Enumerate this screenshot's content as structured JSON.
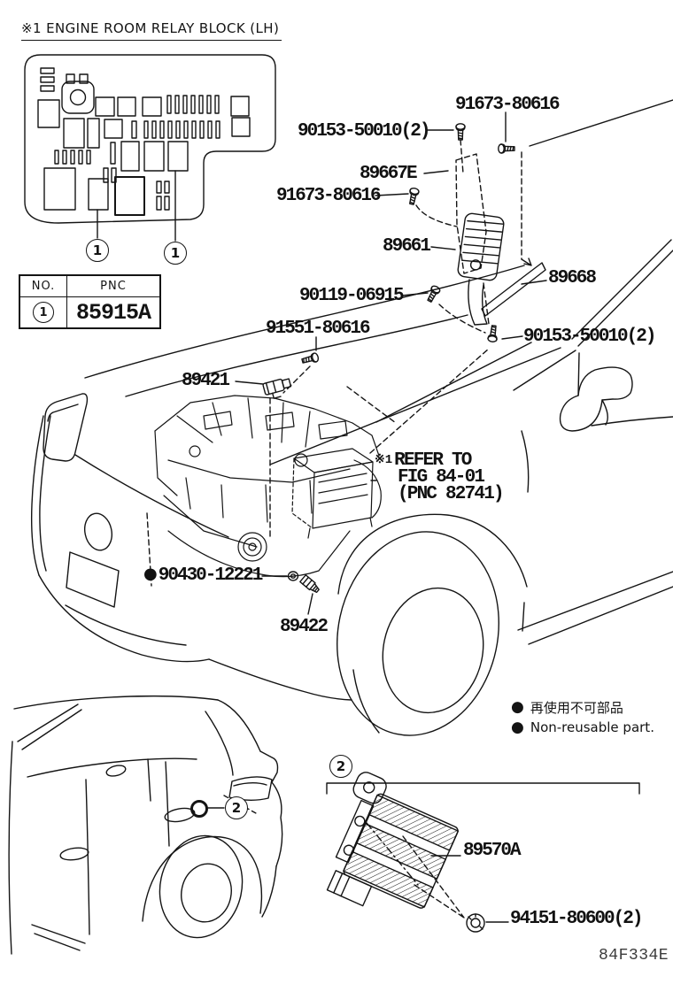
{
  "note": {
    "marker": "※1",
    "title": "ENGINE ROOM RELAY BLOCK (LH)"
  },
  "table": {
    "col_no": "NO.",
    "col_pnc": "PNC",
    "row_no": "1",
    "row_pnc": "85915A"
  },
  "callouts": {
    "one": "1",
    "two": "2"
  },
  "parts": {
    "screw_90153_top": "90153-50010(2)",
    "bolt_91673_top": "91673-80616",
    "bracket_89667e": "89667E",
    "bolt_91673_side": "91673-80616",
    "ecu_89661": "89661",
    "bracket_89668": "89668",
    "screw_90119": "90119-06915",
    "screw_90153_bottom": "90153-50010(2)",
    "bolt_91551": "91551-80616",
    "sensor_89421": "89421",
    "grommet_90430": "90430-12221",
    "sensor_89422": "89422",
    "resistor_89570a": "89570A",
    "nut_94151": "94151-80600(2)"
  },
  "refer_note": {
    "marker": "※1",
    "line1": "REFER TO",
    "line2": "FIG 84-01",
    "line3": "(PNC 82741)"
  },
  "markers": {
    "non_reusable": "●"
  },
  "legend": {
    "bullet": "●",
    "jp": "再使用不可部品",
    "en": "Non-reusable part."
  },
  "figure_code": "84F334E",
  "colors": {
    "ink": "#141414",
    "paper": "#ffffff"
  }
}
